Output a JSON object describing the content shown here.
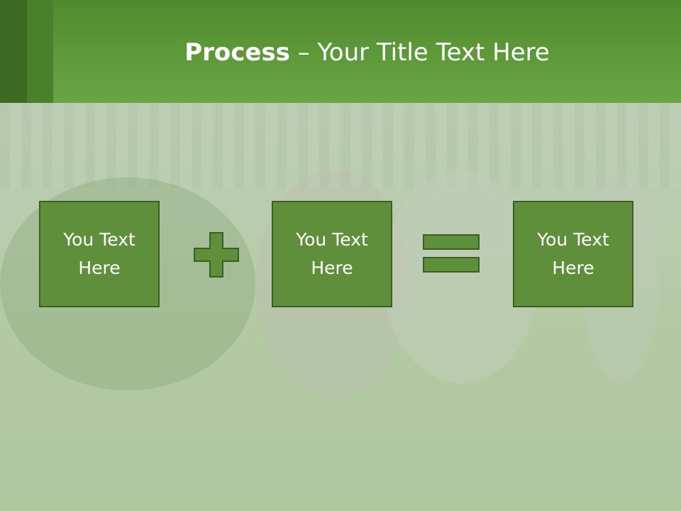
{
  "title": {
    "bold": "Process",
    "rest": " – Your Title Text Here"
  },
  "boxes": [
    {
      "text": "You Text Here"
    },
    {
      "text": "You Text Here"
    },
    {
      "text": "You Text Here"
    }
  ],
  "colors": {
    "header": "#5e9a3a",
    "box_fill": "#5f8f3b",
    "box_border": "#3a5f23"
  },
  "operators": [
    "plus-icon",
    "equals-icon"
  ]
}
